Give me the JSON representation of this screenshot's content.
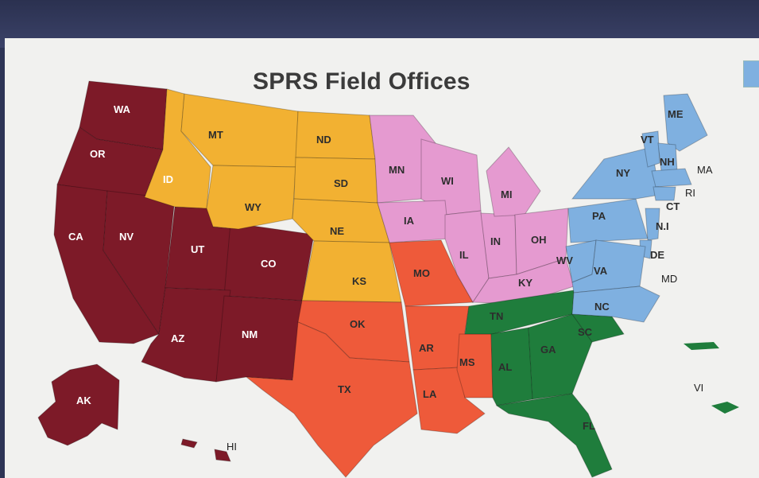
{
  "title": "SPRS Field Offices",
  "colors": {
    "west": "#7d1a28",
    "mountain_plains": "#f2b132",
    "south_central": "#ee5a3a",
    "midwest": "#e59ad0",
    "southeast": "#1f7d3c",
    "northeast": "#7fb0e0"
  },
  "labels": {
    "WA": "WA",
    "OR": "OR",
    "CA": "CA",
    "NV": "NV",
    "ID": "ID",
    "MT": "MT",
    "WY": "WY",
    "UT": "UT",
    "CO": "CO",
    "AZ": "AZ",
    "NM": "NM",
    "AK": "AK",
    "HI": "HI",
    "ND": "ND",
    "SD": "SD",
    "NE": "NE",
    "KS": "KS",
    "OK": "OK",
    "TX": "TX",
    "MO": "MO",
    "AR": "AR",
    "LA": "LA",
    "MS": "MS",
    "MN": "MN",
    "WI": "WI",
    "IA": "IA",
    "IL": "IL",
    "MI": "MI",
    "IN": "IN",
    "OH": "OH",
    "KY": "KY",
    "TN": "TN",
    "AL": "AL",
    "GA": "GA",
    "SC": "SC",
    "FL": "FL",
    "ME": "ME",
    "VT": "VT",
    "NH": "NH",
    "MA": "MA",
    "RI": "RI",
    "CT": "CT",
    "NY": "NY",
    "PA": "PA",
    "NJ": "N.I",
    "DE": "DE",
    "MD": "MD",
    "WV": "WV",
    "VA": "VA",
    "NC": "NC",
    "VI": "VI"
  }
}
